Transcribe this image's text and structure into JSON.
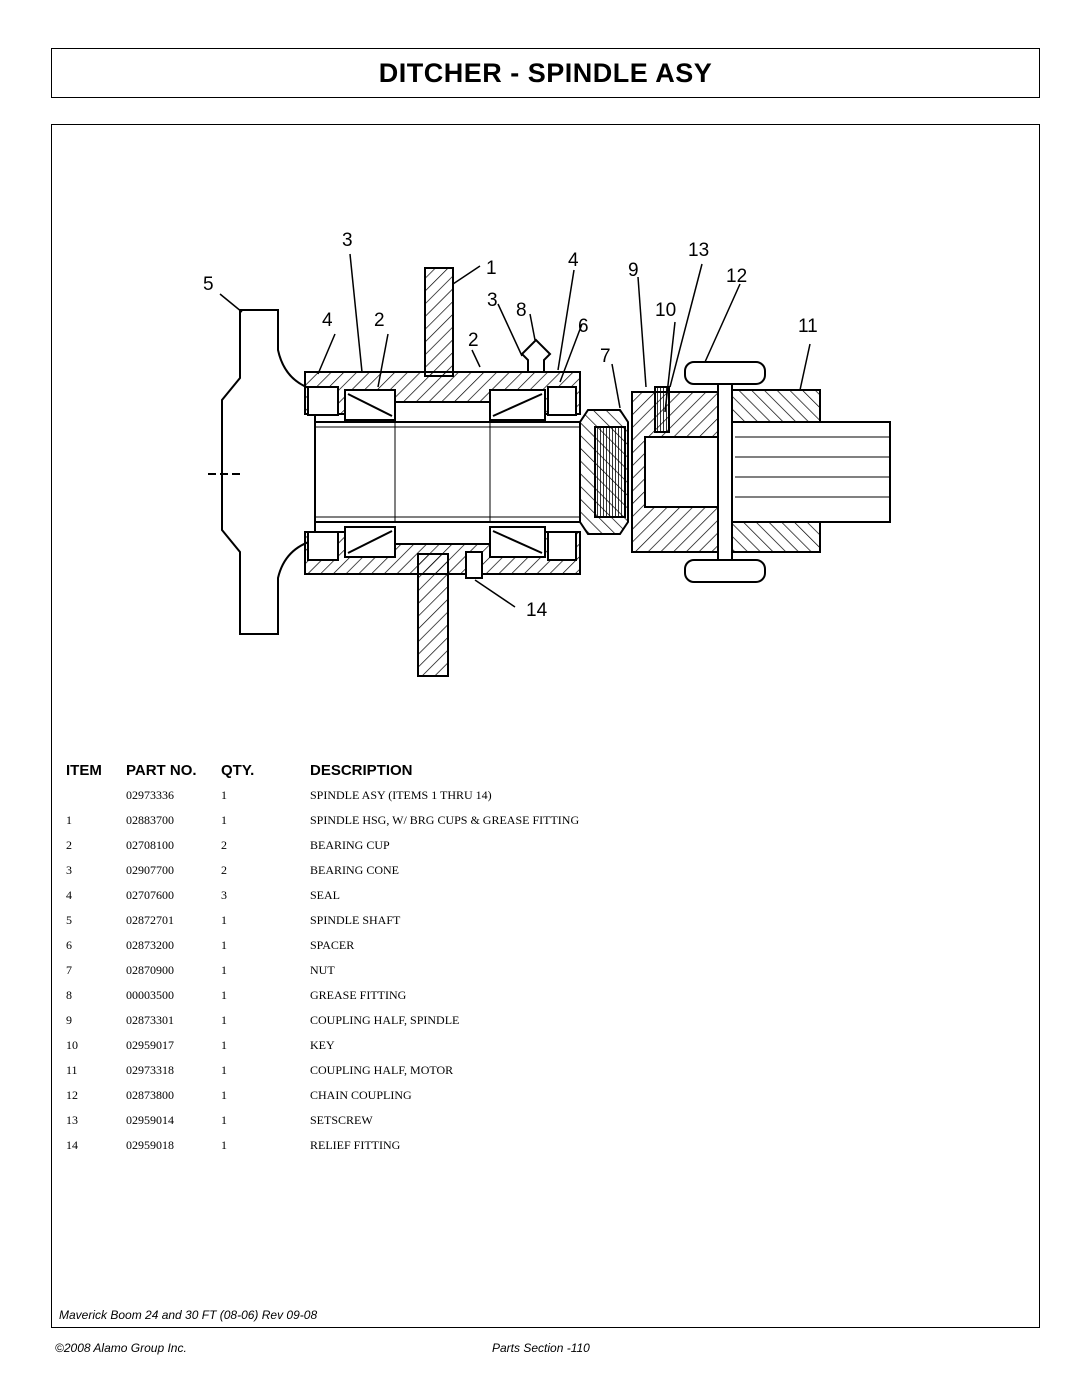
{
  "page": {
    "title": "DITCHER - SPINDLE ASY"
  },
  "diagram": {
    "callouts": [
      "3",
      "1",
      "4",
      "13",
      "9",
      "12",
      "5",
      "4",
      "2",
      "3",
      "8",
      "10",
      "6",
      "11",
      "2",
      "7",
      "14"
    ]
  },
  "parts_table": {
    "headers": {
      "item": "ITEM",
      "part_no": "PART NO.",
      "qty": "QTY.",
      "description": "DESCRIPTION"
    },
    "rows": [
      {
        "item": "",
        "part_no": "02973336",
        "qty": "1",
        "description": "SPINDLE ASY (ITEMS 1 THRU 14)"
      },
      {
        "item": "1",
        "part_no": "02883700",
        "qty": "1",
        "description": "SPINDLE HSG, W/ BRG CUPS & GREASE FITTING"
      },
      {
        "item": "2",
        "part_no": "02708100",
        "qty": "2",
        "description": "BEARING CUP"
      },
      {
        "item": "3",
        "part_no": "02907700",
        "qty": "2",
        "description": "BEARING CONE"
      },
      {
        "item": "4",
        "part_no": "02707600",
        "qty": "3",
        "description": "SEAL"
      },
      {
        "item": "5",
        "part_no": "02872701",
        "qty": "1",
        "description": "SPINDLE SHAFT"
      },
      {
        "item": "6",
        "part_no": "02873200",
        "qty": "1",
        "description": "SPACER"
      },
      {
        "item": "7",
        "part_no": "02870900",
        "qty": "1",
        "description": "NUT"
      },
      {
        "item": "8",
        "part_no": "00003500",
        "qty": "1",
        "description": "GREASE FITTING"
      },
      {
        "item": "9",
        "part_no": "02873301",
        "qty": "1",
        "description": "COUPLING HALF, SPINDLE"
      },
      {
        "item": "10",
        "part_no": "02959017",
        "qty": "1",
        "description": "KEY"
      },
      {
        "item": "11",
        "part_no": "02973318",
        "qty": "1",
        "description": "COUPLING HALF, MOTOR"
      },
      {
        "item": "12",
        "part_no": "02873800",
        "qty": "1",
        "description": "CHAIN COUPLING"
      },
      {
        "item": "13",
        "part_no": "02959014",
        "qty": "1",
        "description": "SETSCREW"
      },
      {
        "item": "14",
        "part_no": "02959018",
        "qty": "1",
        "description": "RELIEF FITTING"
      }
    ]
  },
  "footer": {
    "model": "Maverick Boom 24 and 30 FT (08-06) Rev 09-08",
    "copyright": "©2008 Alamo Group Inc.",
    "section": "Parts Section -110"
  }
}
